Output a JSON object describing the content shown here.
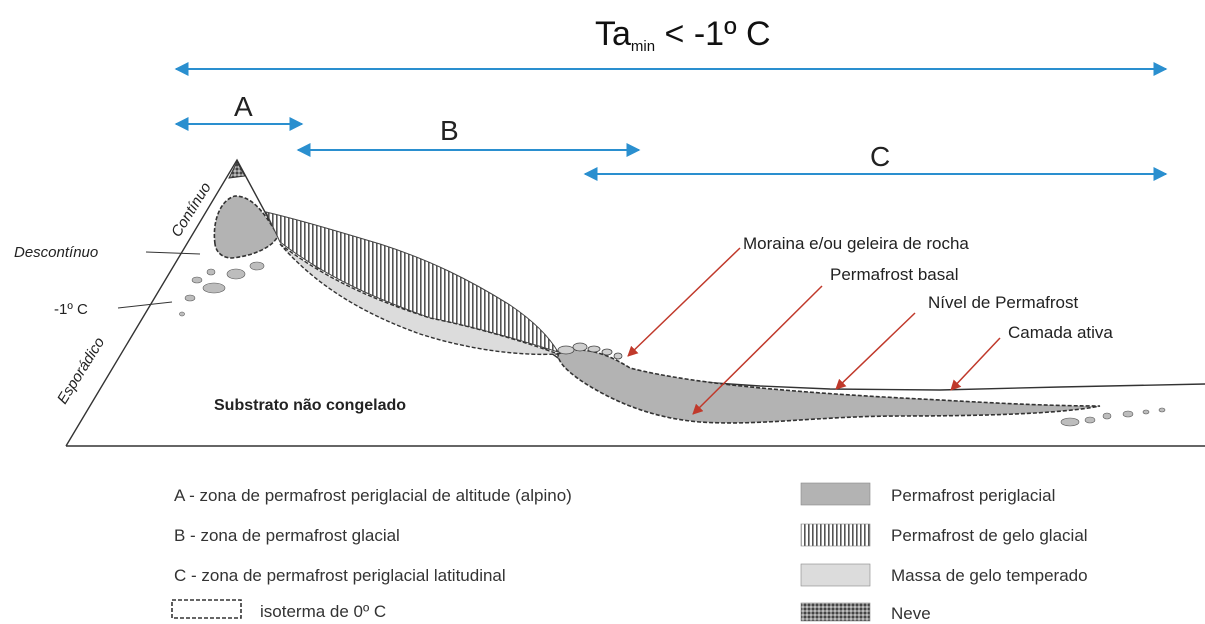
{
  "title": {
    "main": "Ta",
    "subscript": "min",
    "rest": " < -1º C"
  },
  "zones": [
    {
      "key": "A",
      "label": "A"
    },
    {
      "key": "B",
      "label": "B"
    },
    {
      "key": "C",
      "label": "C"
    }
  ],
  "triangle_labels": {
    "continuous": "Contínuo",
    "discontinuous": "Descontínuo",
    "isotherm": "-1º C",
    "sporadic": "Esporádico"
  },
  "annotations": {
    "moraine": "Moraina e/ou geleira de rocha",
    "basal": "Permafrost basal",
    "level": "Nível de Permafrost",
    "active_layer": "Camada ativa",
    "substrate": "Substrato não congelado"
  },
  "legend_left": [
    {
      "text": "A - zona de permafrost periglacial de altitude (alpino)"
    },
    {
      "text": "B - zona de permafrost glacial"
    },
    {
      "text": "C - zona de permafrost periglacial latitudinal"
    },
    {
      "text": "isoterma de 0º C"
    }
  ],
  "legend_right": [
    {
      "text": "Permafrost periglacial",
      "swatch": "periglacial"
    },
    {
      "text": "Permafrost de gelo glacial",
      "swatch": "glacial"
    },
    {
      "text": "Massa de gelo temperado",
      "swatch": "temperate"
    },
    {
      "text": "Neve",
      "swatch": "snow"
    }
  ],
  "colors": {
    "arrow_blue": "#2a8fcf",
    "arrow_red": "#c0392b",
    "periglacial_fill": "#b3b3b3",
    "temperate_fill": "#dcdcdc",
    "outline": "#333333"
  }
}
